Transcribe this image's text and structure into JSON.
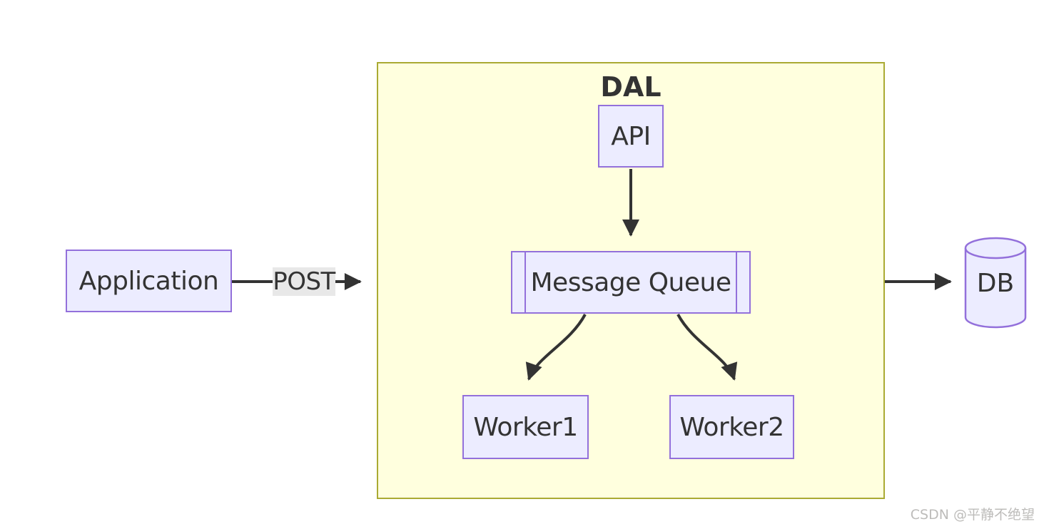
{
  "diagram": {
    "cluster": {
      "label": "DAL"
    },
    "nodes": {
      "application": {
        "label": "Application",
        "shape": "rect"
      },
      "api": {
        "label": "API",
        "shape": "rect"
      },
      "message_queue": {
        "label": "Message Queue",
        "shape": "subroutine"
      },
      "worker1": {
        "label": "Worker1",
        "shape": "rect"
      },
      "worker2": {
        "label": "Worker2",
        "shape": "rect"
      },
      "db": {
        "label": "DB",
        "shape": "cylinder"
      }
    },
    "edges": [
      {
        "from": "application",
        "to": "dal-cluster",
        "label": "POST"
      },
      {
        "from": "api",
        "to": "message_queue",
        "label": ""
      },
      {
        "from": "message_queue",
        "to": "worker1",
        "label": ""
      },
      {
        "from": "message_queue",
        "to": "worker2",
        "label": ""
      },
      {
        "from": "dal-cluster",
        "to": "db",
        "label": ""
      }
    ],
    "colors": {
      "node_fill": "#ECECFF",
      "node_border": "#9370DB",
      "cluster_fill": "#FFFFDE",
      "cluster_border": "#AAAA33",
      "edge": "#333333",
      "edge_label_bg": "#E8E8E8",
      "text": "#333333"
    }
  },
  "watermark": {
    "text": "CSDN @平静不绝望"
  }
}
